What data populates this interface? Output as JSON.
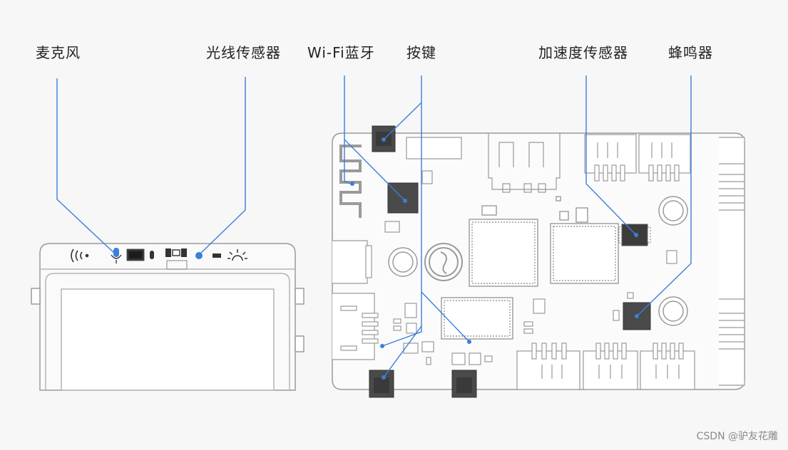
{
  "labels": {
    "microphone": "麦克风",
    "light_sensor": "光线传感器",
    "wifi_bt": "Wi-Fi蓝牙",
    "button": "按键",
    "accel_sensor": "加速度传感器",
    "buzzer": "蜂鸣器"
  },
  "watermark": "CSDN @驴友花雕",
  "colors": {
    "pointer": "#3a7fd9",
    "outline": "#9a9a9a",
    "component": "#4a4a4a",
    "background": "#f7f7f7"
  }
}
